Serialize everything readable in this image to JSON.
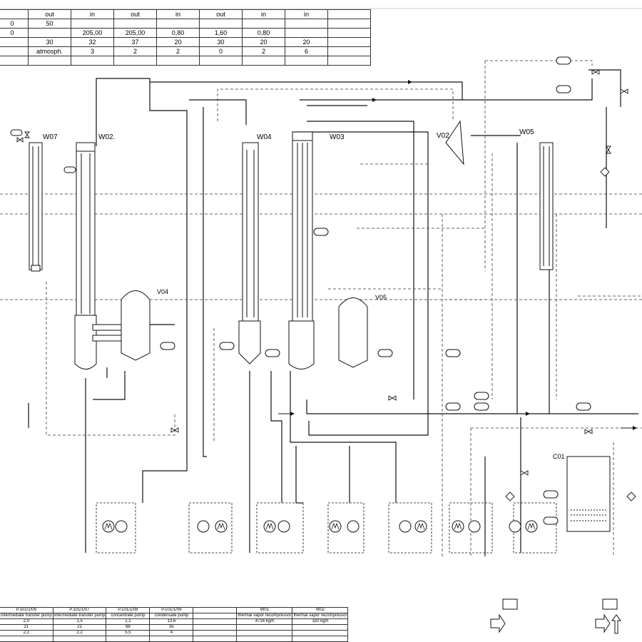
{
  "top_table": {
    "rows": [
      [
        "",
        "out",
        "in",
        "out",
        "in",
        "out",
        "in",
        "in",
        ""
      ],
      [
        "0",
        "50",
        "",
        "",
        "",
        "",
        "",
        "",
        ""
      ],
      [
        "0",
        "",
        "205,00",
        "205,00",
        "0,80",
        "1,60",
        "0,80",
        "",
        ""
      ],
      [
        "",
        "30",
        "32",
        "37",
        "20",
        "30",
        "20",
        "20",
        ""
      ],
      [
        "",
        "atmosph.",
        "3",
        "2",
        "2",
        "0",
        "2",
        "6",
        ""
      ],
      [
        "",
        "",
        "",
        "",
        "",
        "",
        "",
        "",
        ""
      ]
    ]
  },
  "equipment_labels": {
    "w07": "W07",
    "w02": "W02.",
    "w04": "W04",
    "w03": "W03",
    "v02": "V02",
    "w05": "W05",
    "v04": "V04",
    "v05": "V05",
    "c01": "C01"
  },
  "bottom_table": {
    "rows": [
      [
        "",
        "P.101/1/09",
        "P.101/1/07",
        "P.101/1/08",
        "P.101/1/09",
        "",
        "W01",
        "W02"
      ],
      [
        "",
        "intermediate transfer pump",
        "intermediate transfer pump",
        "concentrate pump",
        "condensate pump",
        "",
        "thermal vapor recompressor",
        "thermal vapor recompressor"
      ],
      [
        "",
        "2,0",
        "1,5",
        "1,1",
        "13,6",
        "",
        "4716 kg/h",
        "320 kg/h"
      ],
      [
        "",
        "21",
        "21",
        "68",
        "35",
        "",
        "",
        ""
      ],
      [
        "",
        "2,2",
        "2,2",
        "5,5",
        "4",
        "",
        "",
        ""
      ],
      [
        "",
        "",
        "",
        "",
        "",
        "",
        "",
        ""
      ]
    ]
  },
  "colors": {
    "line": "#111111",
    "background": "#ffffff"
  }
}
